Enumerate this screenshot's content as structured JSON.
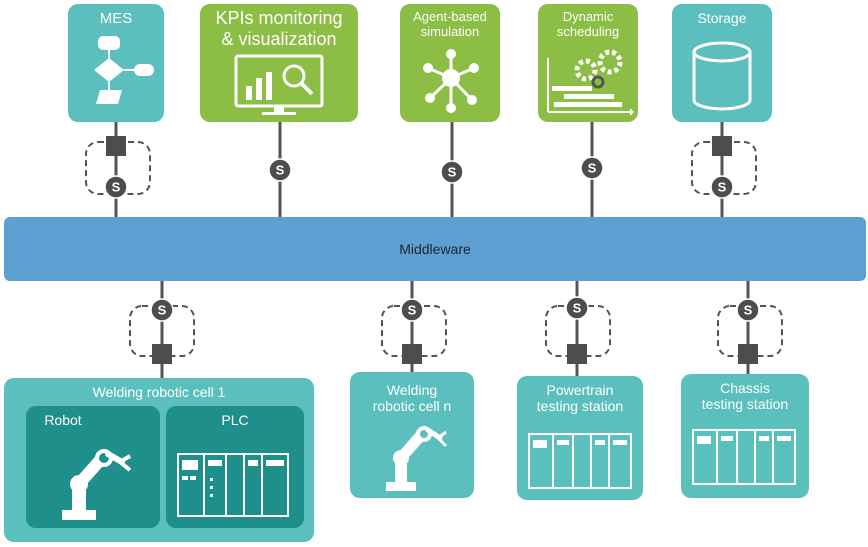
{
  "top": {
    "mes": "MES",
    "kpis": "KPIs monitoring\n& visualization",
    "agent": "Agent-based\nsimulation",
    "sched": "Dynamic\nscheduling",
    "storage": "Storage"
  },
  "middleware": "Middleware",
  "service_badge": "S",
  "bottom": {
    "cell1": "Welding robotic cell 1",
    "robot": "Robot",
    "plc": "PLC",
    "celln": "Welding\nrobotic cell n",
    "powertrain": "Powertrain\ntesting station",
    "chassis": "Chassis\ntesting station"
  },
  "colors": {
    "teal": "#5bbfbe",
    "green": "#8cbd45",
    "dark_teal": "#1f8f8b",
    "middleware": "#5e9fd2",
    "connector": "#4d4d4d"
  }
}
